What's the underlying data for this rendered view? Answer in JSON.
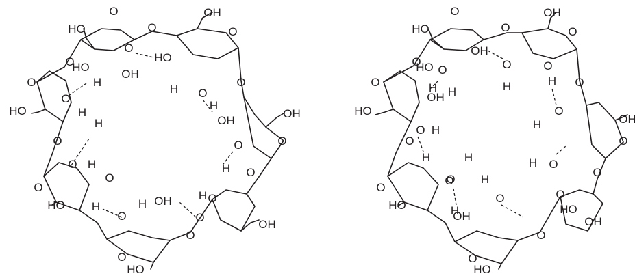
{
  "left_structure": {
    "ring_oxygen_label": "O",
    "hydroxyl_label_left": "HO",
    "hydroxyl_label_right": "OH",
    "hydrogen_label": "H",
    "hydroxyl_oxygen_label": "O"
  },
  "right_structure": {
    "ring_oxygen_label": "O",
    "hydroxyl_label_left": "HO",
    "hydroxyl_label_right": "OH",
    "hydrogen_label": "H",
    "hydroxyl_oxygen_label": "O"
  },
  "colors": {
    "ink": "#231f20",
    "background": "#ffffff"
  }
}
